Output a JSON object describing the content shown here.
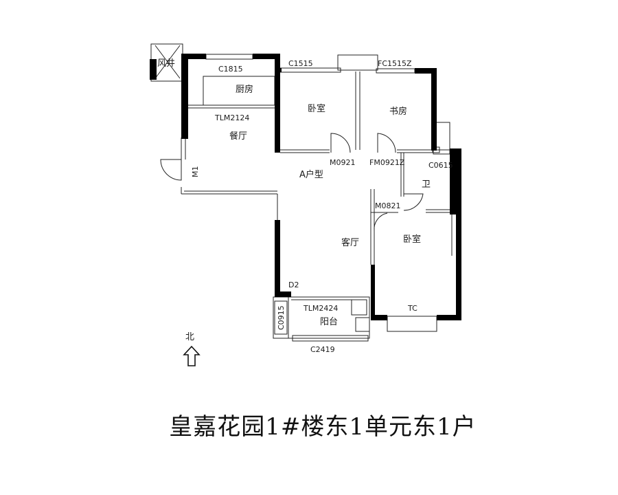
{
  "rooms": {
    "shaft": "风井",
    "kitchen": "厨房",
    "bedroom_n": "卧室",
    "study": "书房",
    "dining": "餐厅",
    "unit_type": "A户型",
    "bath": "卫",
    "living": "客厅",
    "bedroom_s": "卧室",
    "balcony": "阳台"
  },
  "codes": {
    "c1815": "C1815",
    "c1515": "C1515",
    "fc1515z": "FC1515Z",
    "tlm2124": "TLM2124",
    "m0921": "M0921",
    "fm0921z": "FM0921Z",
    "c0615": "C0615",
    "m1": "M1",
    "m0821": "M0821",
    "d2": "D2",
    "tlm2424": "TLM2424",
    "c0915": "C0915",
    "c2419": "C2419",
    "tc": "TC"
  },
  "compass": {
    "label": "北"
  },
  "title": "皇嘉花园1#楼东1单元东1户"
}
